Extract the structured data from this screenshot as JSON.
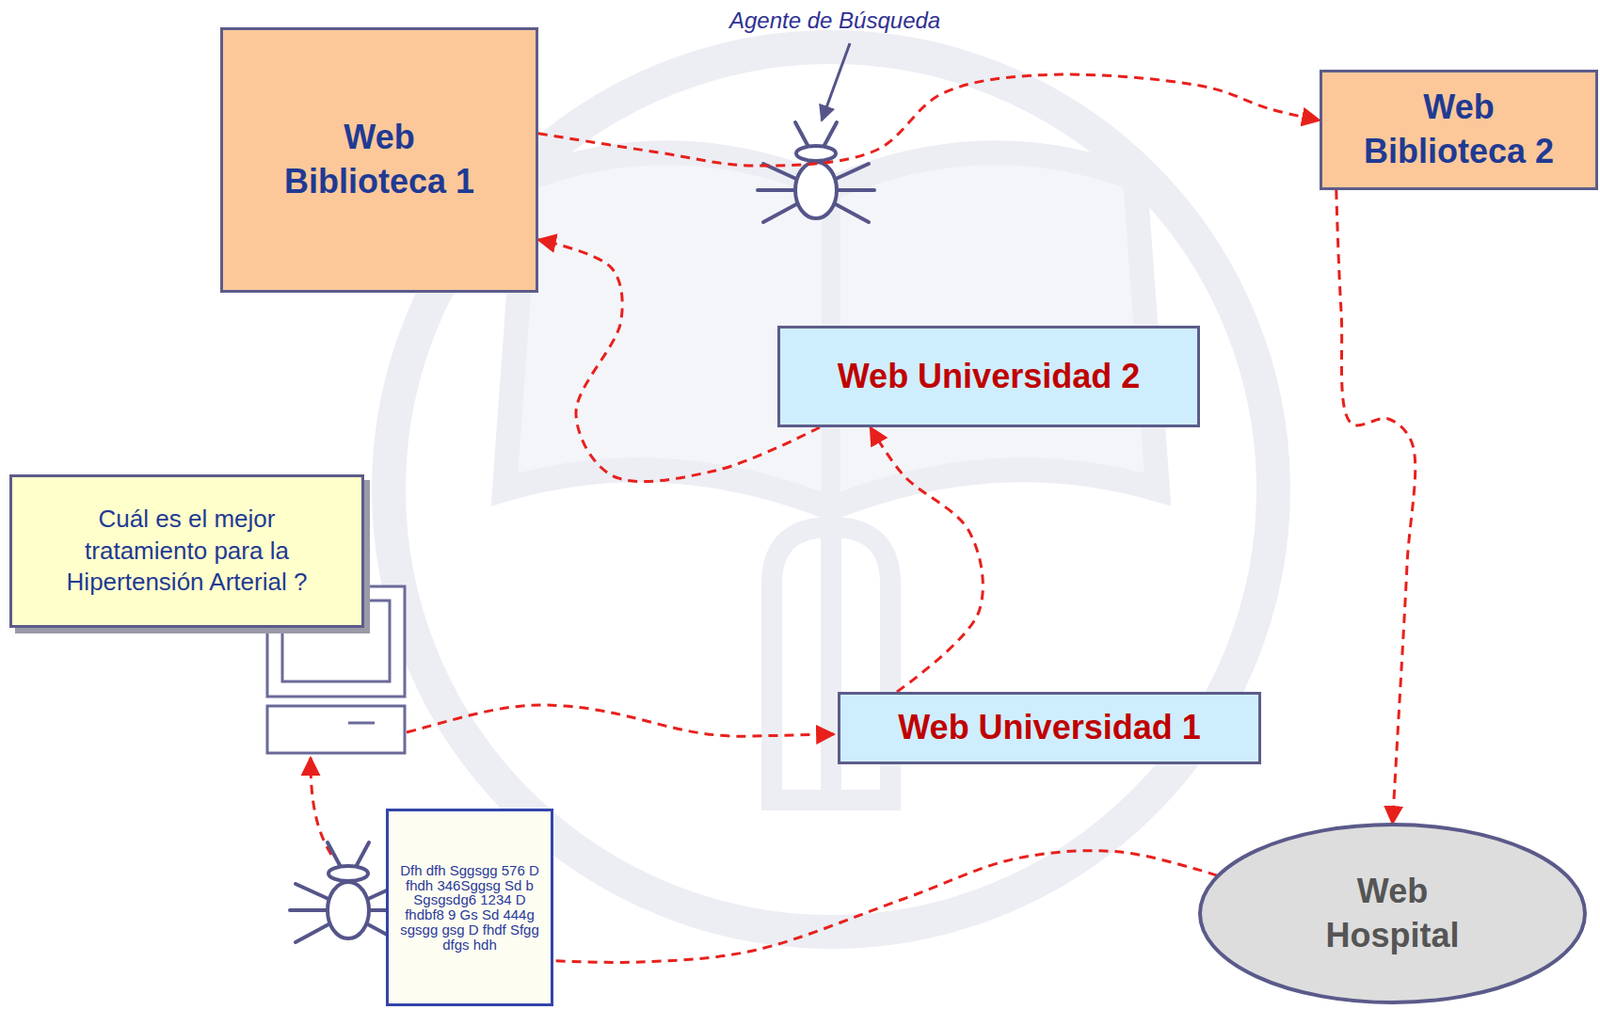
{
  "diagram": {
    "nodes": [
      {
        "text": [
          "Web Biblioteca 1"
        ]
      },
      {
        "text": [
          "Web Biblioteca 2"
        ]
      },
      {
        "text": [
          "Web Universidad 2"
        ]
      },
      {
        "text": [
          "Cuál es el mejor tratamiento para la Hipertensión Arterial ?"
        ]
      },
      {
        "text": [
          "Web Universidad 1"
        ]
      },
      {
        "text": [
          "Web Hospital"
        ]
      },
      {
        "text": [
          "Dfh dfh Sggsgg 576 D fhdh 346Sggsg Sd b Sgsgsdg6 1234 D fhdbf8 9 Gs Sd 444g sgsgg gsg D fhdf Sfgg dfgs hdh"
        ]
      }
    ],
    "edges": [
      {
        "from": 4,
        "to": 2,
        "arrow": "to"
      },
      {
        "from": 2,
        "to": 0,
        "arrow": "to"
      },
      {
        "from": 0,
        "to": 1,
        "arrow": "to"
      },
      {
        "from": 1,
        "to": 5,
        "arrow": "to"
      },
      {
        "from": 5,
        "to": 6,
        "arrow": "none"
      }
    ],
    "labels": [
      "Agente de Búsqueda"
    ]
  }
}
